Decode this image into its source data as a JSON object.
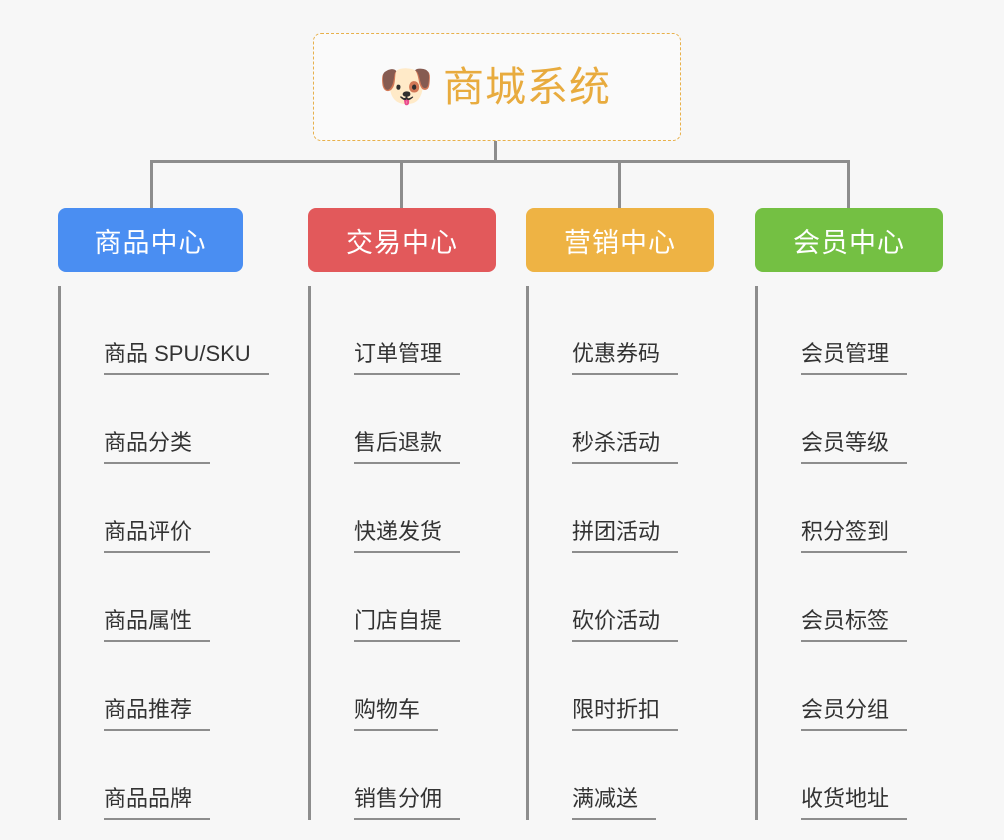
{
  "root": {
    "icon": "dog-face-icon",
    "icon_glyph": "🐶",
    "title": "商城系统",
    "border_color": "#e8b04a",
    "title_color": "#e8ab3e"
  },
  "connector_color": "#8d8d8d",
  "background_color": "#f7f7f7",
  "categories": [
    {
      "label": "商品中心",
      "color": "#4a8ef2",
      "items": [
        "商品 SPU/SKU",
        "商品分类",
        "商品评价",
        "商品属性",
        "商品推荐",
        "商品品牌"
      ]
    },
    {
      "label": "交易中心",
      "color": "#e2595b",
      "items": [
        "订单管理",
        "售后退款",
        "快递发货",
        "门店自提",
        "购物车",
        "销售分佣"
      ]
    },
    {
      "label": "营销中心",
      "color": "#eeb344",
      "items": [
        "优惠券码",
        "秒杀活动",
        "拼团活动",
        "砍价活动",
        "限时折扣",
        "满减送"
      ]
    },
    {
      "label": "会员中心",
      "color": "#74c043",
      "items": [
        "会员管理",
        "会员等级",
        "积分签到",
        "会员标签",
        "会员分组",
        "收货地址"
      ]
    }
  ]
}
